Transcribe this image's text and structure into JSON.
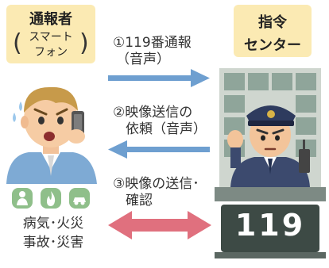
{
  "reporter": {
    "title": "通報者",
    "paren_open": "(",
    "device_line1": "スマート",
    "device_line2": "フォン",
    "paren_close": ")"
  },
  "center": {
    "line1": "指令",
    "line2": "センター",
    "console_number": "119"
  },
  "steps": [
    {
      "line1": "①119番通報",
      "line2": "（音声）"
    },
    {
      "line1": "②映像送信の",
      "line2": "依頼（音声）"
    },
    {
      "line1": "③映像の送信･",
      "line2": "確認"
    }
  ],
  "incidents": {
    "line1": "病気･火災",
    "line2": "事故･災害"
  },
  "colors": {
    "label_bg": "#fbeab3",
    "arrow_blue": "#6e9fd0",
    "arrow_pink": "#e0707e",
    "icon_green": "#8fbf8a"
  }
}
